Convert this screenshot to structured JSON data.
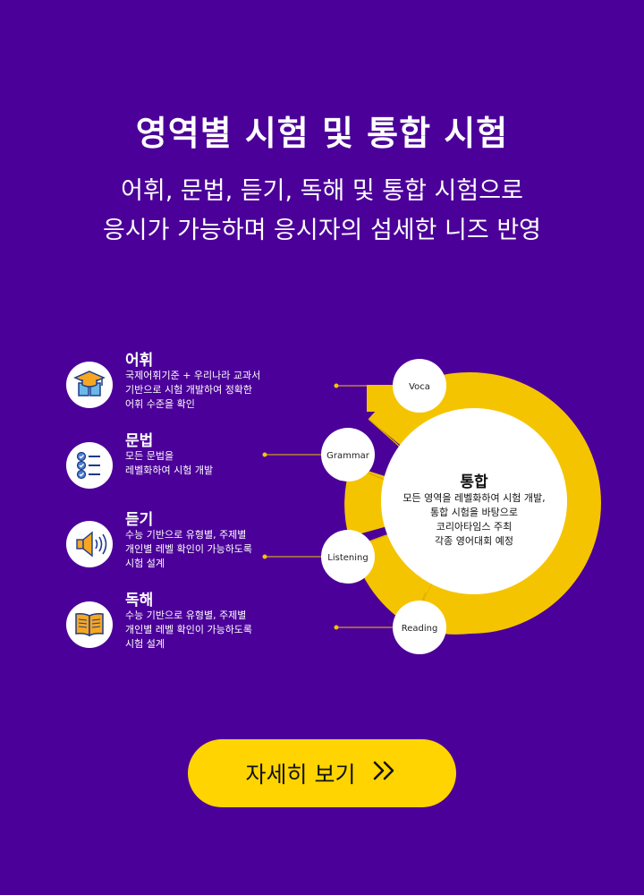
{
  "header": {
    "title": "영역별 시험 및 통합 시험",
    "subtitle_line1": "어휘, 문법, 듣기, 독해 및 통합 시험으로",
    "subtitle_line2": "응시가 가능하며 응시자의 섬세한 니즈 반영"
  },
  "sections": [
    {
      "name": "어휘",
      "desc": [
        "국제어휘기준 + 우리나라 교과서",
        "기반으로 시험 개발하여 정확한",
        "어휘 수준을 확인"
      ],
      "icon": "graduation-cap-book-icon"
    },
    {
      "name": "문법",
      "desc": [
        "모든 문법을",
        "레벨화하여 시험 개발"
      ],
      "icon": "checklist-icon"
    },
    {
      "name": "듣기",
      "desc": [
        "수능 기반으로 유형별, 주제별",
        "개인별 레벨 확인이 가능하도록",
        "시험 설계"
      ],
      "icon": "speaker-icon"
    },
    {
      "name": "독해",
      "desc": [
        "수능 기반으로 유형별, 주제별",
        "개인별 레벨 확인이 가능하도록",
        "시험 설계"
      ],
      "icon": "open-book-icon"
    }
  ],
  "diagram": {
    "nodes": [
      "Voca",
      "Grammar",
      "Listening",
      "Reading"
    ],
    "center_title": "통합",
    "center_desc": [
      "모든 영역을 레벨화하여 시험 개발,",
      "통합 시험을 바탕으로",
      "코리아타임스 주최",
      "각종 영어대회 예정"
    ],
    "accent_color": "#f5c400",
    "background_color": "#4b0099"
  },
  "cta": {
    "label": "자세히 보기"
  }
}
